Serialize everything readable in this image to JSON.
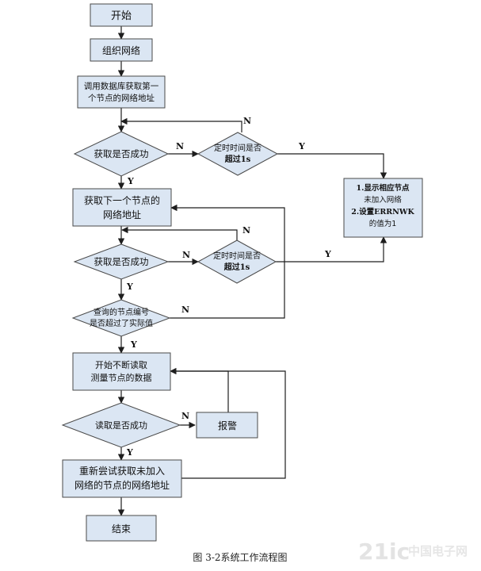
{
  "nodes": {
    "start": "开始",
    "organize": "组织网络",
    "fetch_first_1": "调用数据库获取第一",
    "fetch_first_2": "个节点的网络地址",
    "success_1": "获取是否成功",
    "timeout_1a": "定时时间是否",
    "timeout_1b": "超过1s",
    "show_1": "1.显示相应节点",
    "show_2": "未加入网络",
    "show_3": "2.设置ERRNWK",
    "show_4": "的值为1",
    "next_1": "获取下一个节点的",
    "next_2": "网络地址",
    "success_2": "获取是否成功",
    "timeout_2a": "定时时间是否",
    "timeout_2b": "超过1s",
    "exceed_1": "查询的节点编号",
    "exceed_2": "是否超过了实际值",
    "read_1": "开始不断读取",
    "read_2": "测量节点的数据",
    "read_ok": "读取是否成功",
    "alarm": "报警",
    "retry_1": "重新尝试获取未加入",
    "retry_2": "网络的节点的网络地址",
    "end": "结束"
  },
  "edge_labels": {
    "y": "Y",
    "n": "N"
  },
  "caption": "图 3-2系统工作流程图",
  "watermark": {
    "logo": "21ic",
    "site": "中国电子网"
  }
}
